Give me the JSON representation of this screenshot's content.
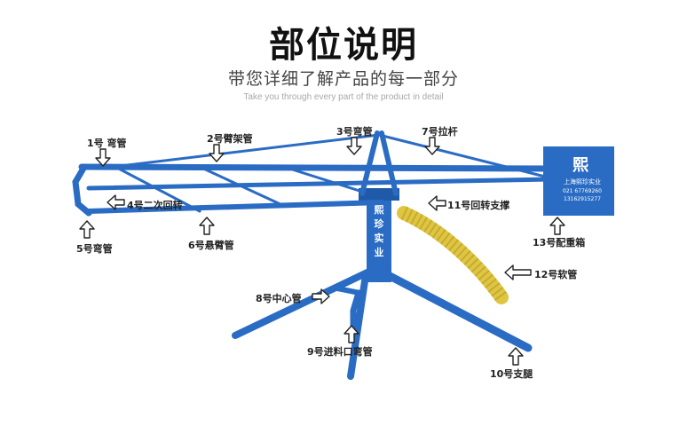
{
  "title": "部位说明",
  "subtitle": "带您详细了解产品的每一部分",
  "caption": "Take you through every part of the product in detail",
  "colors": {
    "machine_blue": "#2a6cc4",
    "hose_yellow": "#e0c640",
    "label_text": "#222222"
  },
  "machine": {
    "counterweight_brand": "熙",
    "counterweight_company": "上海熙珍实业",
    "counterweight_phone1": "021 67769260",
    "counterweight_phone2": "13162915277",
    "mast_text": [
      "熙",
      "珍",
      "实",
      "业"
    ]
  },
  "parts": [
    {
      "id": "part-1",
      "label": "1号 弯管"
    },
    {
      "id": "part-2",
      "label": "2号臂架管"
    },
    {
      "id": "part-3",
      "label": "3号弯管"
    },
    {
      "id": "part-4",
      "label": "4号二次回转"
    },
    {
      "id": "part-5",
      "label": "5号弯管"
    },
    {
      "id": "part-6",
      "label": "6号悬臂管"
    },
    {
      "id": "part-7",
      "label": "7号拉杆"
    },
    {
      "id": "part-8",
      "label": "8号中心管"
    },
    {
      "id": "part-9",
      "label": "9号进料口弯管"
    },
    {
      "id": "part-10",
      "label": "10号支腿"
    },
    {
      "id": "part-11",
      "label": "11号回转支撑"
    },
    {
      "id": "part-12",
      "label": "12号软管"
    },
    {
      "id": "part-13",
      "label": "13号配重箱"
    }
  ]
}
